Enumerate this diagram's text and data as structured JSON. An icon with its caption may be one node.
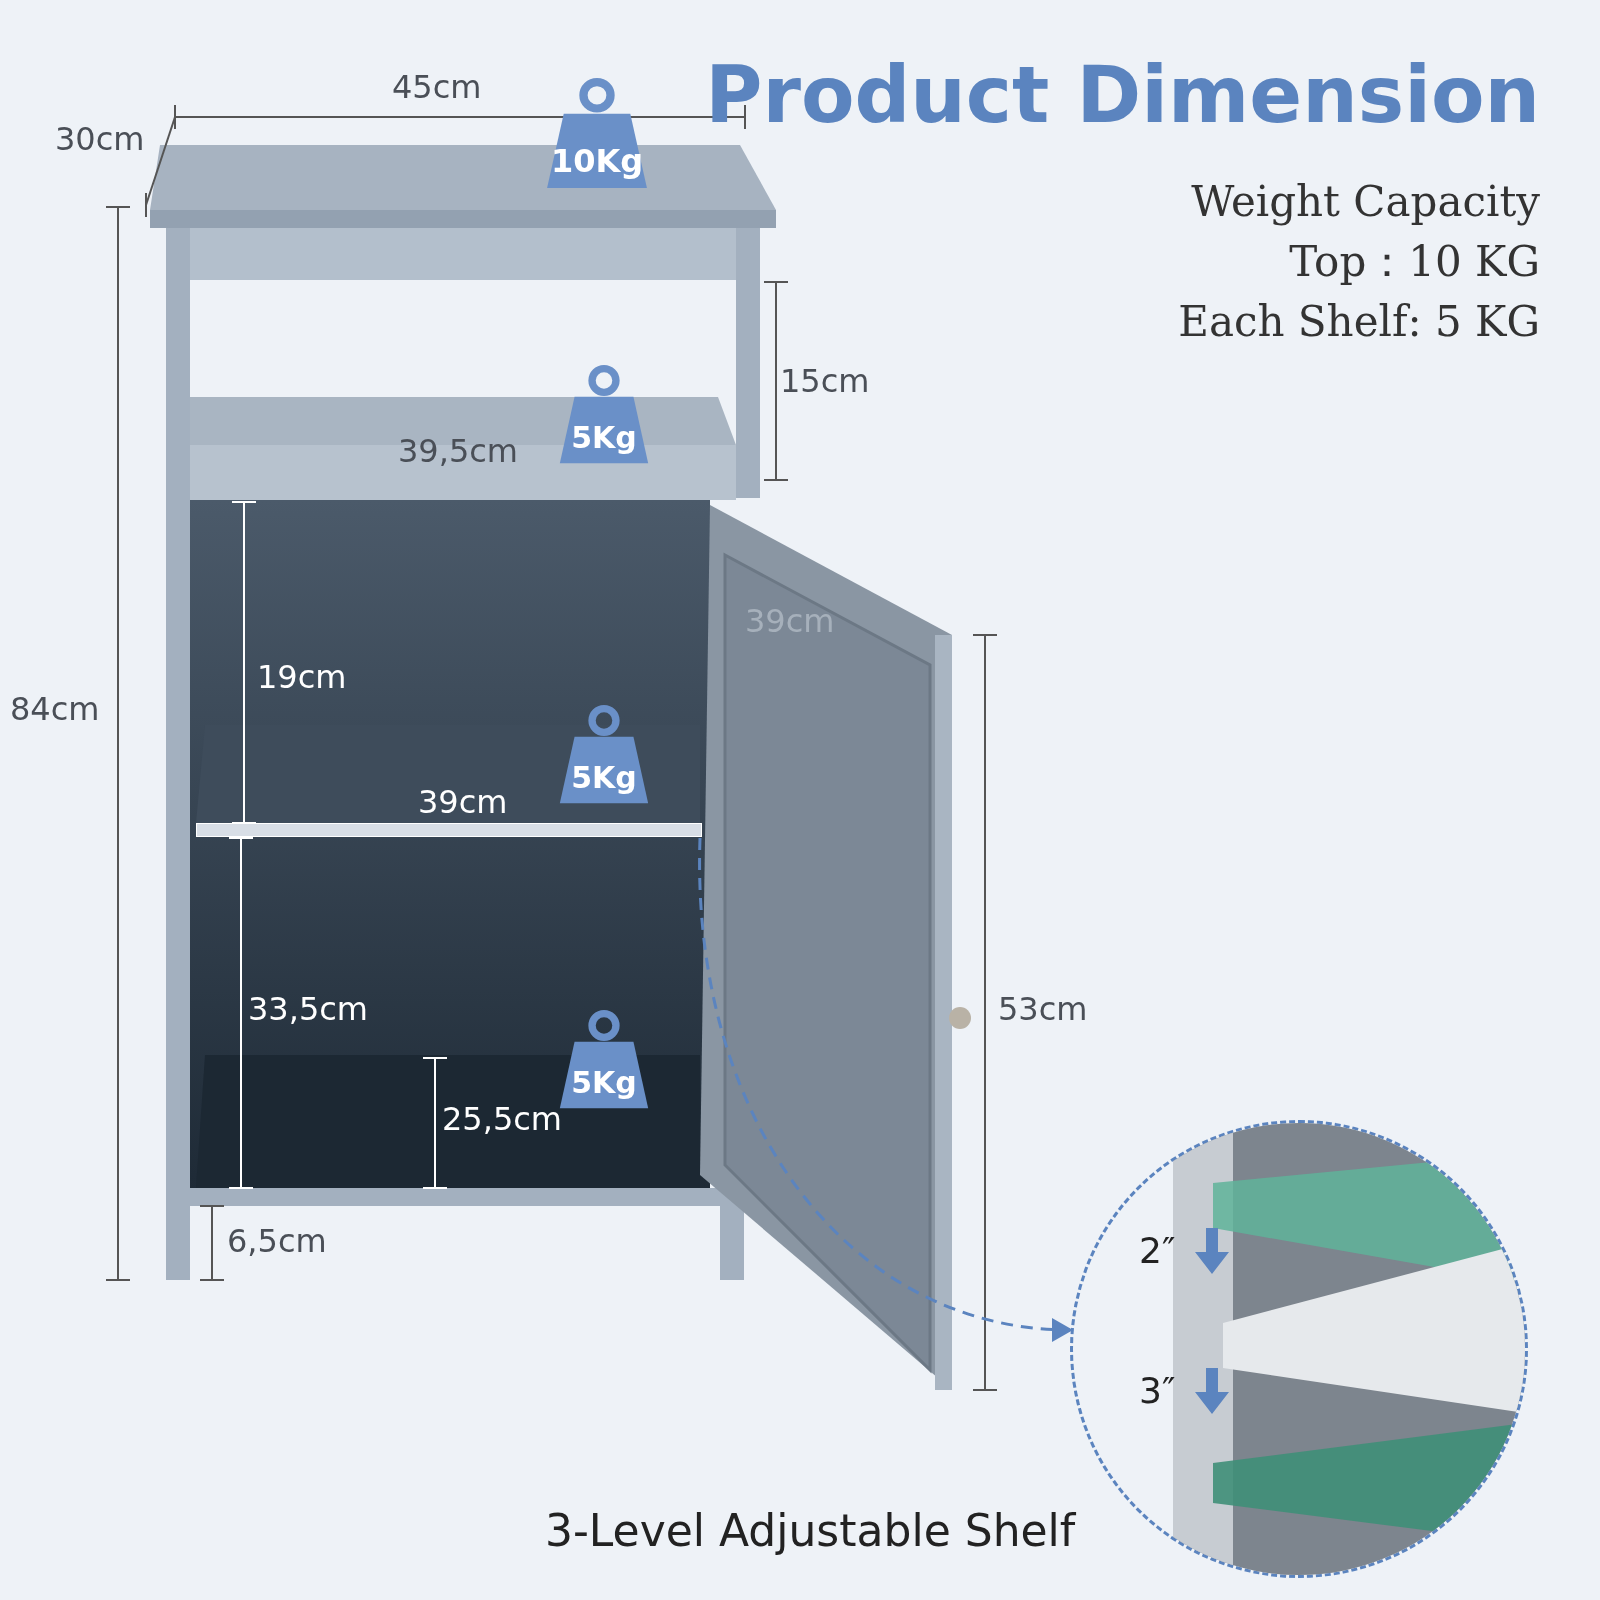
{
  "diagram": {
    "title": "Product Dimension",
    "caption": "3-Level Adjustable Shelf",
    "nodes": [
      {
        "text": [
          "10Kg"
        ]
      },
      {
        "text": [
          "5Kg"
        ]
      },
      {
        "text": [
          "5Kg"
        ]
      },
      {
        "text": [
          "5Kg"
        ]
      },
      {
        "text": [],
        "shape": "bar"
      },
      {
        "text": [],
        "shape": "circle"
      }
    ],
    "edges": [
      {
        "from": 4,
        "to": 5,
        "arrow": "to",
        "style": "dashed"
      }
    ],
    "labels": [
      "45cm",
      "30cm",
      "Weight Capacity",
      "Top：10 KG",
      "Each Shelf: 5 KG",
      "15cm",
      "39,5cm",
      "84cm",
      "39cm",
      "19cm",
      "39cm",
      "33,5cm",
      "53cm",
      "25,5cm",
      "6,5cm",
      "2″",
      "3″"
    ]
  }
}
